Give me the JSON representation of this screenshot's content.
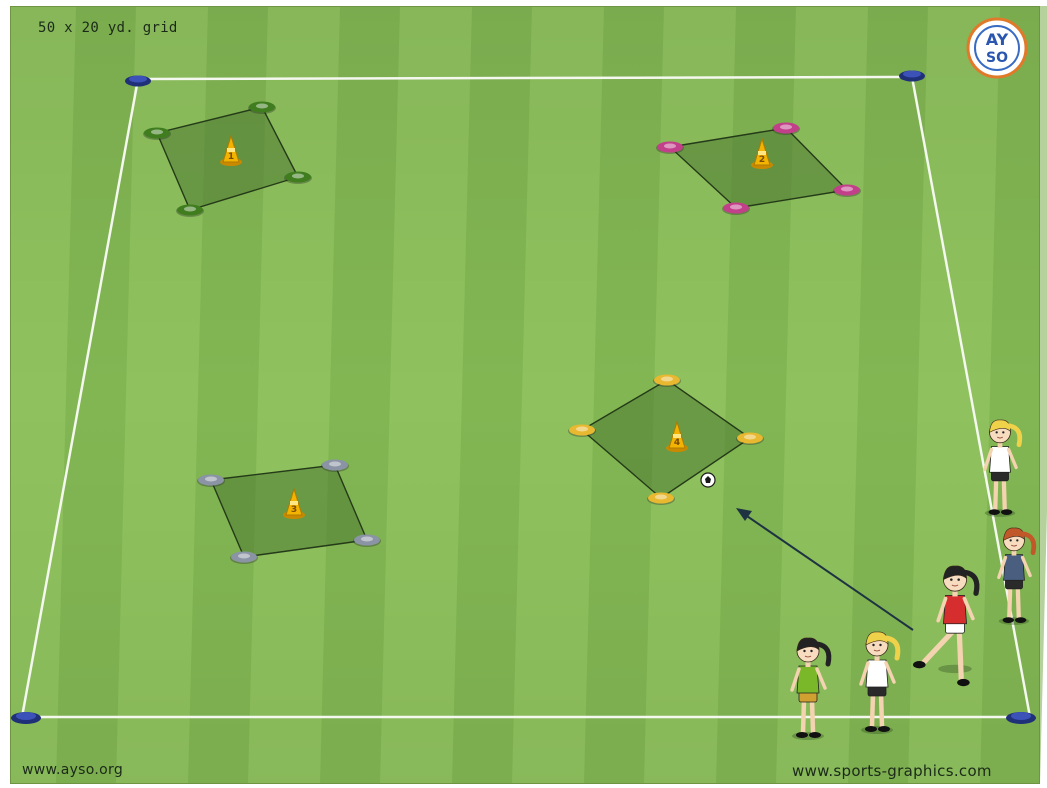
{
  "diagram": {
    "title": "50 x 20 yd. grid",
    "footer_left": "www.ayso.org",
    "footer_right": "www.sports-graphics.com",
    "logo": {
      "name": "ayso-logo",
      "text_top": "AY",
      "text_bottom": "SO"
    },
    "colors": {
      "grass_light": "#8fc25e",
      "grass_dark": "#79ad4a",
      "boundary_line": "#f4f8ee",
      "square_fill": "#4f7a33",
      "cone": "#f2b400",
      "corner_cones": "#2a3f9a"
    },
    "stations": [
      {
        "id": "station-1",
        "label": "1",
        "marker_color": "#3f7d1e"
      },
      {
        "id": "station-2",
        "label": "2",
        "marker_color": "#c2408a"
      },
      {
        "id": "station-3",
        "label": "3",
        "marker_color": "#8a94a4"
      },
      {
        "id": "station-4",
        "label": "4",
        "marker_color": "#e8b830"
      }
    ],
    "players": [
      {
        "id": "player-ponytail-waiting",
        "hair": "#f0d24a",
        "shirt": "#ffffff",
        "shorts": "#2a2a2a"
      },
      {
        "id": "player-curly-waiting",
        "hair": "#c0582a",
        "shirt": "#4a5f80",
        "shorts": "#2a2a2a"
      },
      {
        "id": "player-kicking",
        "hair": "#222222",
        "shirt": "#d62e2e",
        "shorts": "#ffffff"
      },
      {
        "id": "player-blonde",
        "hair": "#f0d24a",
        "shirt": "#ffffff",
        "shorts": "#2a2a2a"
      },
      {
        "id": "player-green",
        "hair": "#222222",
        "shirt": "#7ab82a",
        "shorts": "#d0a030"
      }
    ]
  }
}
